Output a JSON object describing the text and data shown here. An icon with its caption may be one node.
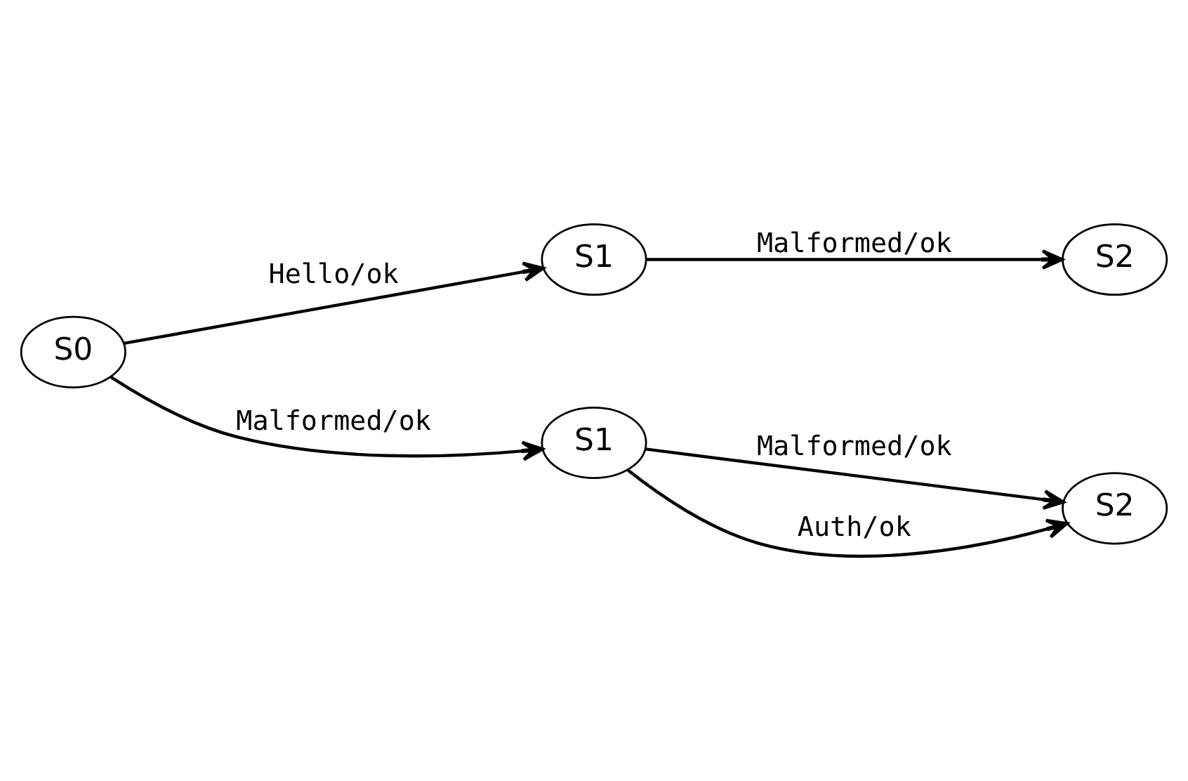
{
  "diagram": {
    "nodes": [
      {
        "text": [
          "S0"
        ]
      },
      {
        "text": [
          "S1"
        ]
      },
      {
        "text": [
          "S2"
        ]
      },
      {
        "text": [
          "S1"
        ]
      },
      {
        "text": [
          "S2"
        ]
      }
    ],
    "edges": [
      {
        "from": 0,
        "to": 1,
        "arrow": "to",
        "label": "Hello/ok"
      },
      {
        "from": 1,
        "to": 2,
        "arrow": "to",
        "label": "Malformed/ok"
      },
      {
        "from": 0,
        "to": 3,
        "arrow": "to",
        "label": "Malformed/ok"
      },
      {
        "from": 3,
        "to": 4,
        "arrow": "to",
        "label": "Malformed/ok"
      },
      {
        "from": 3,
        "to": 4,
        "arrow": "to",
        "label": "Auth/ok"
      }
    ]
  }
}
